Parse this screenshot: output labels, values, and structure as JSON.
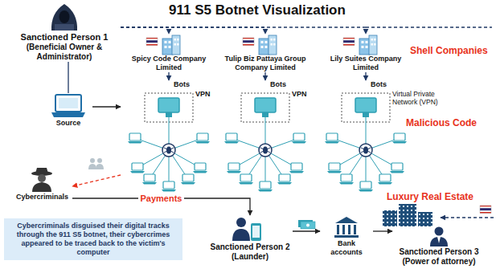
{
  "diagram": {
    "title": "911 S5 Botnet Visualization",
    "nodes": [
      {
        "text": [
          "Sanctioned Person 1",
          "(Beneficial Owner & Administrator)"
        ]
      },
      {
        "text": [
          "Spicy Code Company Limited"
        ]
      },
      {
        "text": [
          "Tulip Biz Pattaya Group Company Limited"
        ]
      },
      {
        "text": [
          "Lily Suites Company Limited"
        ]
      },
      {
        "text": [
          "Source"
        ]
      },
      {
        "text": [
          "Bots",
          "VPN"
        ]
      },
      {
        "text": [
          "Bots",
          "VPN"
        ]
      },
      {
        "text": [
          "Bots",
          "Virtual Private Network (VPN)"
        ]
      },
      {
        "text": [
          "Cybercriminals"
        ]
      },
      {
        "text": [
          "Cybercriminals disguised their digital tracks through the 911 S5 botnet, their cybercrimes appeared to be traced back to the victim's computer"
        ]
      },
      {
        "text": [
          "Sanctioned Person 2",
          "(Launder)"
        ]
      },
      {
        "text": [
          "Bank accounts"
        ]
      },
      {
        "text": [
          "Luxury Real Estate"
        ]
      },
      {
        "text": [
          "Sanctioned Person 3",
          "(Power of attorney)"
        ]
      }
    ],
    "edges": [
      {
        "from": 0,
        "to": 1,
        "arrow": "to"
      },
      {
        "from": 0,
        "to": 2,
        "arrow": "to"
      },
      {
        "from": 0,
        "to": 3,
        "arrow": "to"
      },
      {
        "from": 0,
        "to": 4,
        "arrow": "none"
      },
      {
        "from": 4,
        "to": 5,
        "arrow": "to"
      },
      {
        "from": 1,
        "to": 5,
        "arrow": "to"
      },
      {
        "from": 2,
        "to": 6,
        "arrow": "to"
      },
      {
        "from": 3,
        "to": 7,
        "arrow": "to"
      },
      {
        "from": 5,
        "to": 8,
        "arrow": "to"
      },
      {
        "from": 8,
        "to": 10,
        "label": "Payments",
        "arrow": "to"
      },
      {
        "from": 10,
        "to": 11,
        "arrow": "to"
      },
      {
        "from": 11,
        "to": 13,
        "arrow": "to"
      }
    ],
    "labels": [
      "Shell Companies",
      "Malicious Code"
    ]
  }
}
